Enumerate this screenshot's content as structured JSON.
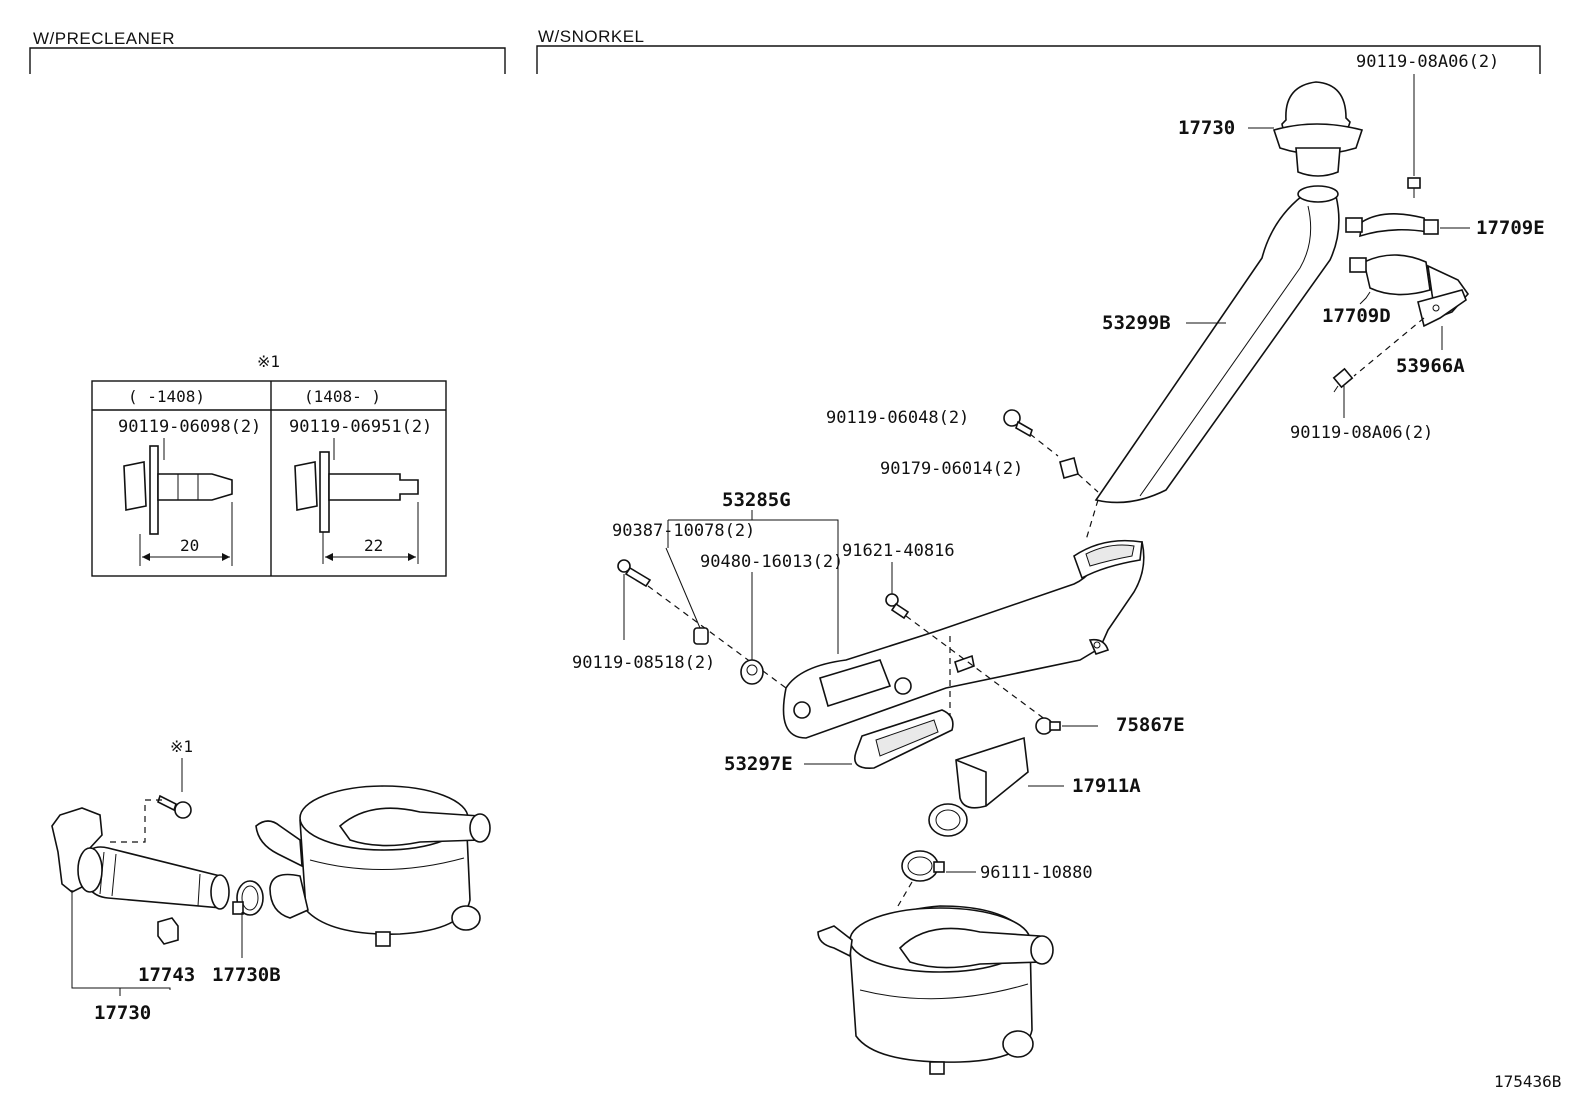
{
  "sections": {
    "left": "W/PRECLEANER",
    "right": "W/SNORKEL"
  },
  "note_mark": "※1",
  "detail_table": {
    "columns": [
      {
        "range": "(   -1408)",
        "part": "90119-06098(2)",
        "length": "20"
      },
      {
        "range": "(1408-   )",
        "part": "90119-06951(2)",
        "length": "22"
      }
    ]
  },
  "left_labels": {
    "note_mark": "※1",
    "clamp": "17730B",
    "block": "17743",
    "assembly": "17730"
  },
  "right_labels": {
    "cap": "17730",
    "bolt_top": "90119-08A06(2)",
    "clamp_upper": "17709E",
    "clamp_lower": "17709D",
    "bracket": "53966A",
    "bolt_bottom": "90119-08A06(2)",
    "snorkel_tube": "53299B",
    "bolt_a": "90119-06048(2)",
    "clip_a": "90179-06014(2)",
    "garnish": "53285G",
    "spacer": "90387-10078(2)",
    "grommet": "90480-16013(2)",
    "nut": "91621-40816",
    "bolt_b": "90119-08518(2)",
    "clip_b": "75867E",
    "seal": "53297E",
    "duct": "17911A",
    "hose_clamp": "96111-10880"
  },
  "diagram_id": "175436B"
}
